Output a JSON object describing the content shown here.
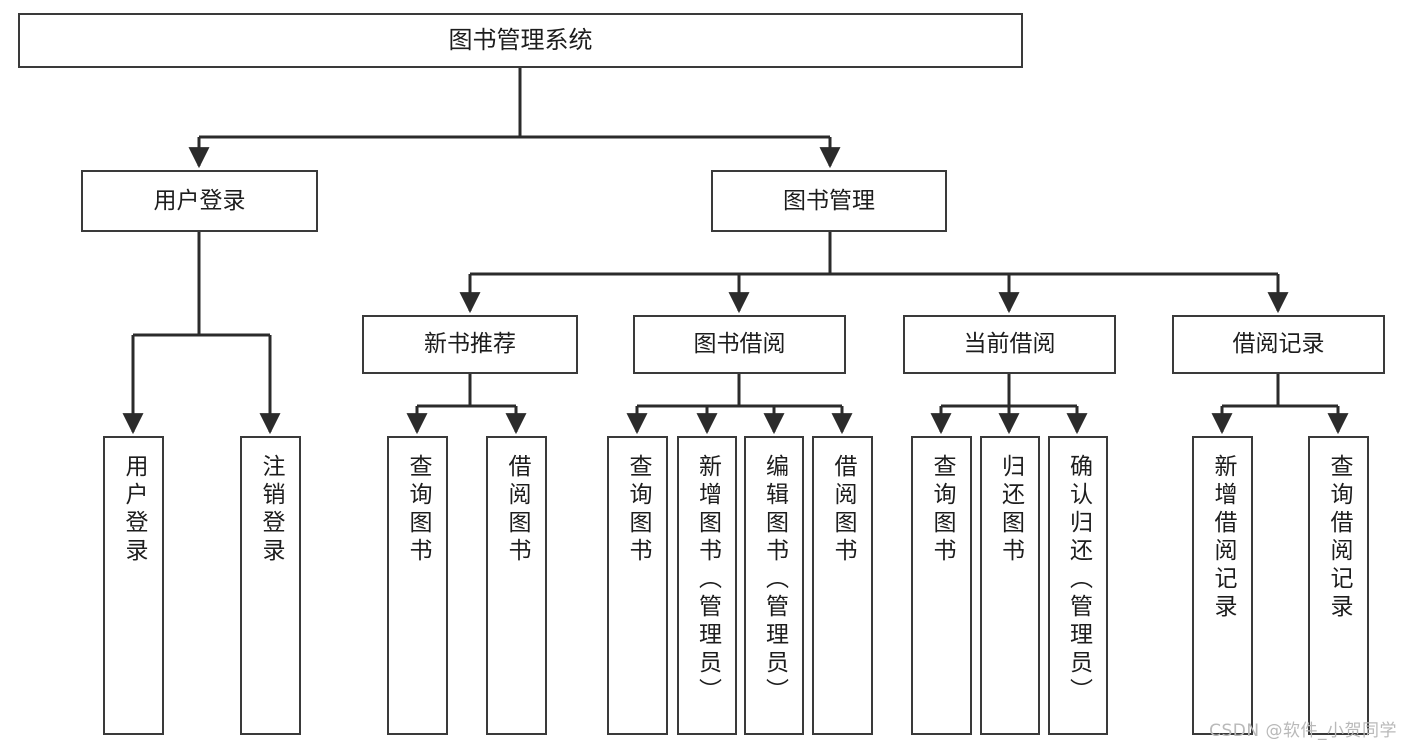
{
  "diagram": {
    "title": "图书管理系统",
    "type": "tree-hierarchy",
    "colors": {
      "background": "#ffffff",
      "box_border": "#3a3a3a",
      "box_fill": "#ffffff",
      "edge": "#2b2b2b",
      "text": "#1d1d1d",
      "watermark": "#b9b9b9"
    },
    "root": {
      "label": "图书管理系统"
    },
    "level2": [
      {
        "label": "用户登录"
      },
      {
        "label": "图书管理"
      }
    ],
    "level3": [
      {
        "label": "新书推荐"
      },
      {
        "label": "图书借阅"
      },
      {
        "label": "当前借阅"
      },
      {
        "label": "借阅记录"
      }
    ],
    "leaves": {
      "user_login": [
        {
          "label": "用户登录"
        },
        {
          "label": "注销登录"
        }
      ],
      "new_book_recommend": [
        {
          "label": "查询图书"
        },
        {
          "label": "借阅图书"
        }
      ],
      "book_borrow": [
        {
          "label": "查询图书"
        },
        {
          "label": "新增图书（管理员）"
        },
        {
          "label": "编辑图书（管理员）"
        },
        {
          "label": "借阅图书"
        }
      ],
      "current_borrow": [
        {
          "label": "查询图书"
        },
        {
          "label": "归还图书"
        },
        {
          "label": "确认归还（管理员）"
        }
      ],
      "borrow_record": [
        {
          "label": "新增借阅记录"
        },
        {
          "label": "查询借阅记录"
        }
      ]
    },
    "watermark": "CSDN @软件_小贺同学"
  }
}
